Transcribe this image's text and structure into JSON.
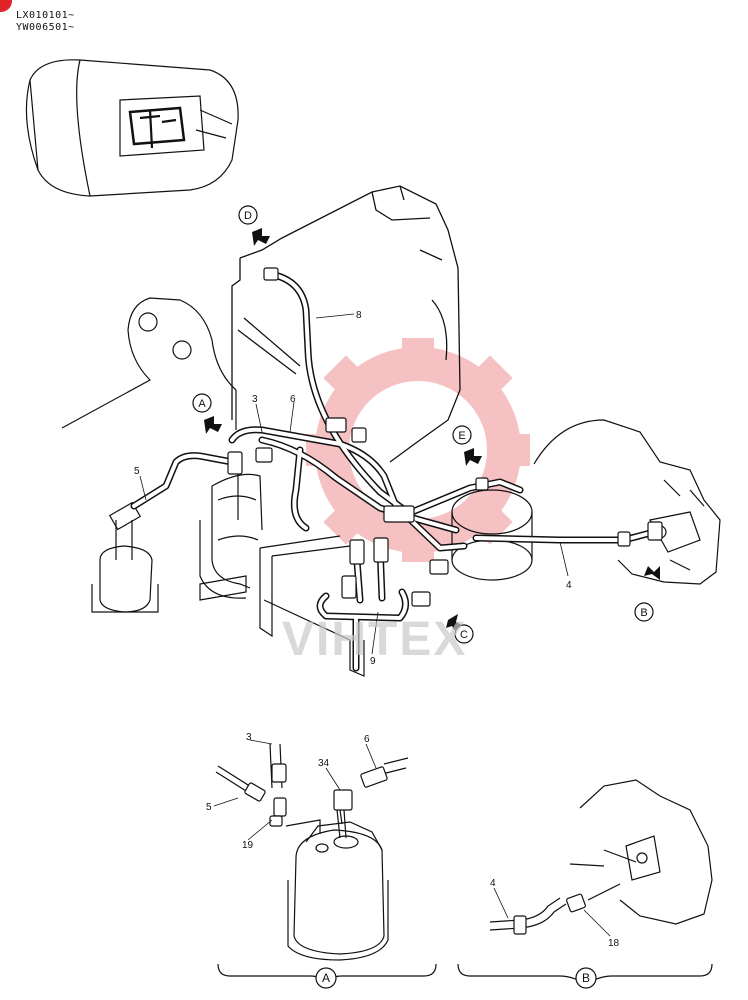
{
  "header": {
    "serial_1": "LX010101~",
    "serial_2": "YW006501~"
  },
  "watermark": {
    "text": "VIHTEX",
    "color": "#e0242a"
  },
  "view_markers": {
    "A": "A",
    "B": "B",
    "C": "C",
    "D": "D",
    "E": "E"
  },
  "part_labels": {
    "p3": "3",
    "p4": "4",
    "p5": "5",
    "p6": "6",
    "p8": "8",
    "p9": "9",
    "detail_a_3": "3",
    "detail_a_5": "5",
    "detail_a_6": "6",
    "detail_a_19": "19",
    "detail_a_34": "34",
    "detail_b_4": "4",
    "detail_b_18": "18"
  },
  "detail_captions": {
    "left": "A",
    "right": "B"
  }
}
